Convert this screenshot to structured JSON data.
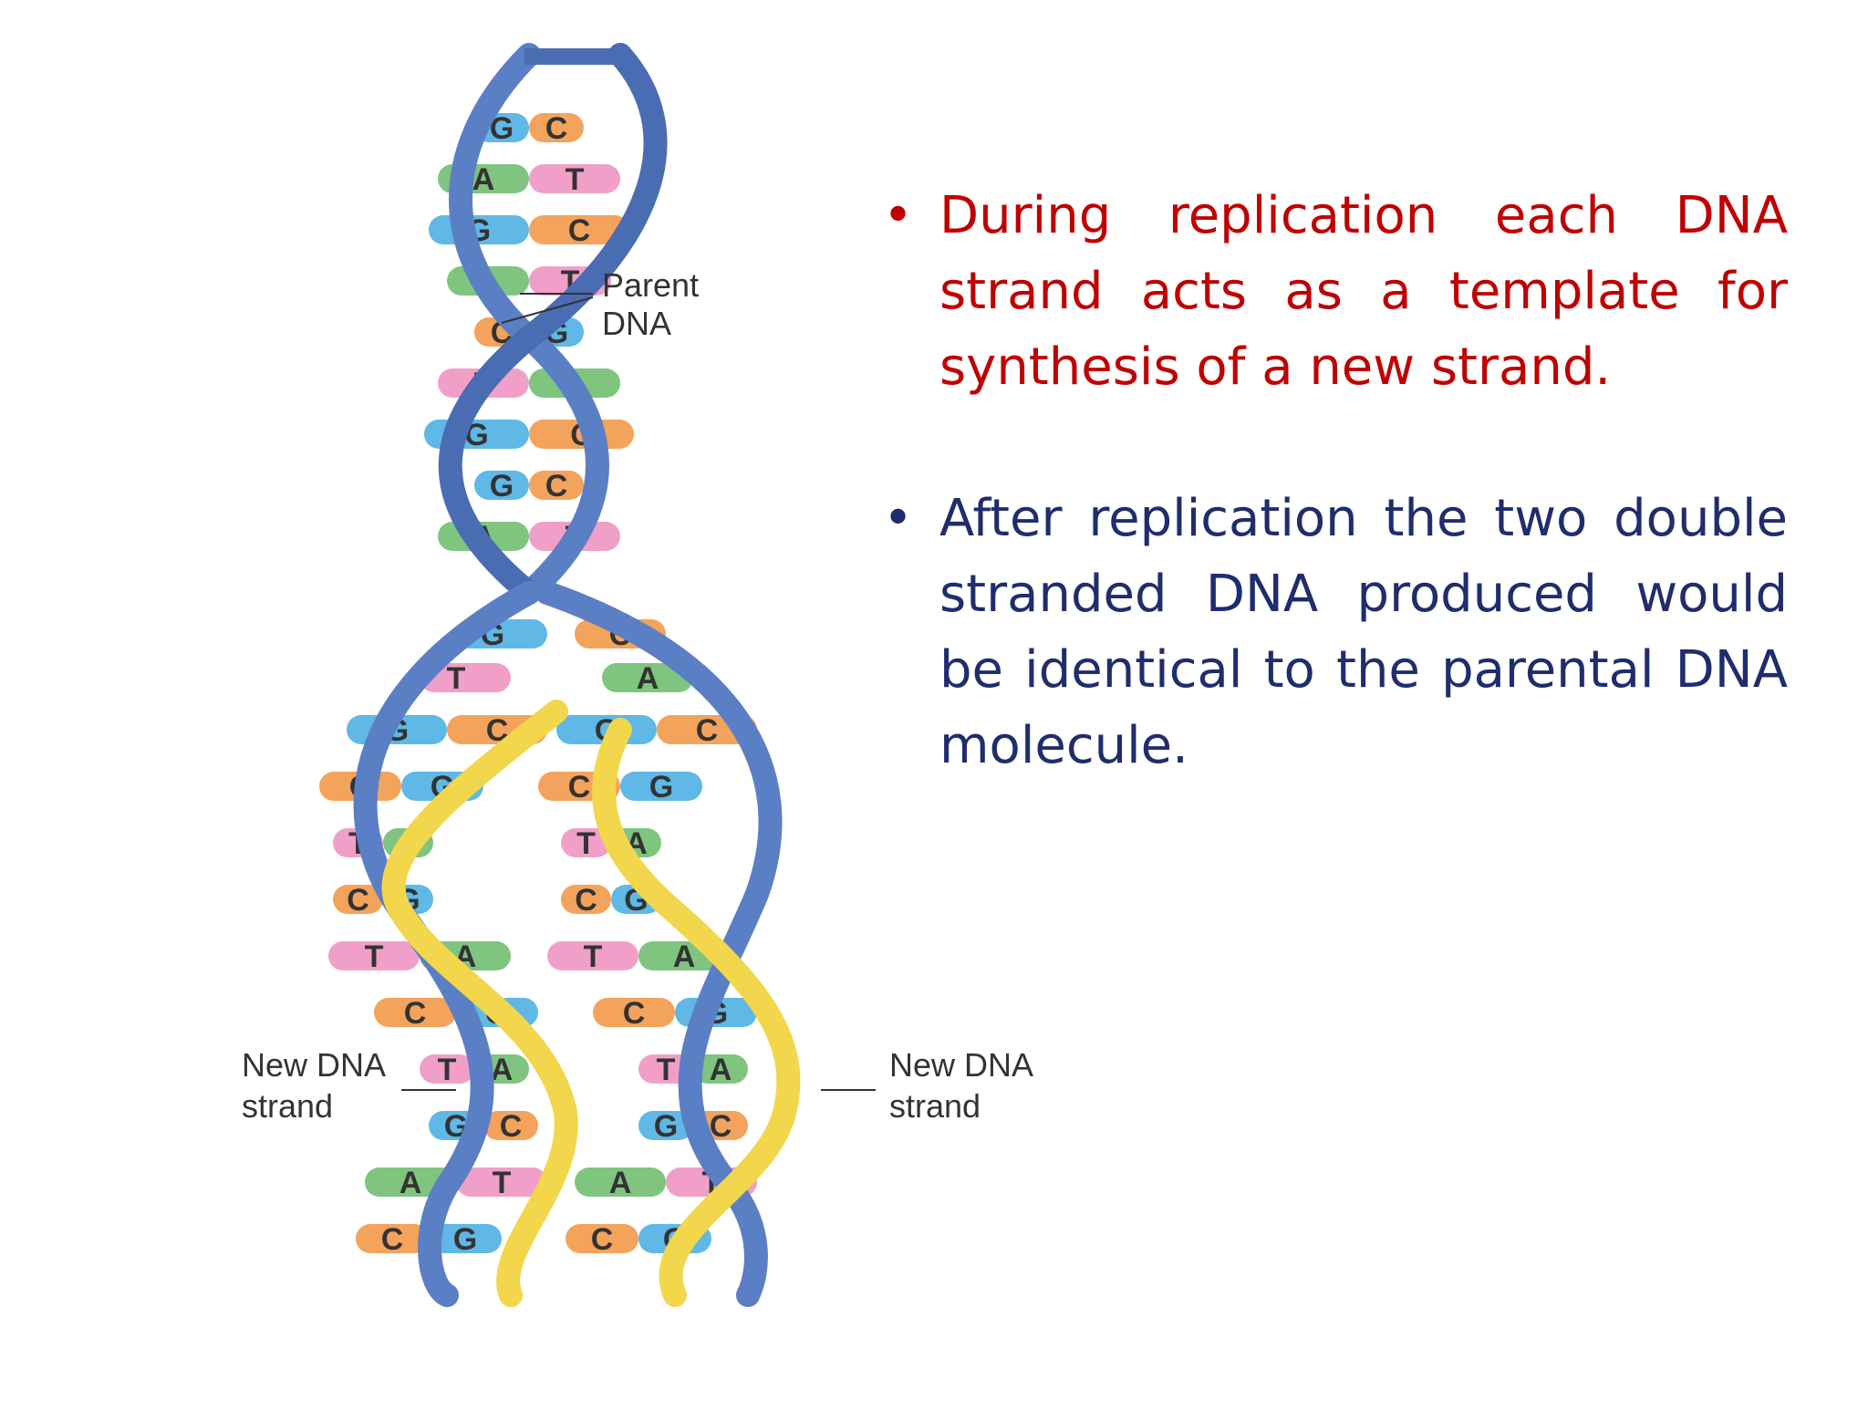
{
  "bullets": [
    {
      "text": "During replication each DNA strand acts as a template for synthesis of a new strand.",
      "color": "#c00000"
    },
    {
      "text": "After replication  the two double stranded DNA  produced would be identical to the parental DNA molecule.",
      "color": "#1f2d6e"
    }
  ],
  "diagram": {
    "labels": {
      "parent": [
        "Parent",
        "DNA"
      ],
      "new_left": [
        "New DNA",
        "strand"
      ],
      "new_right": [
        "New DNA",
        "strand"
      ]
    },
    "colors": {
      "parent_strand": "#5b7fc4",
      "new_strand": "#f2d64b",
      "A": "#7fc47f",
      "T": "#f0a0c8",
      "G": "#5fb8e6",
      "C": "#f4a35c"
    },
    "top_pairs": [
      {
        "left": "G",
        "right": "C"
      },
      {
        "left": "A",
        "right": "T"
      },
      {
        "left": "G",
        "right": "C"
      },
      {
        "left": "A",
        "right": "T"
      },
      {
        "left": "C",
        "right": "G"
      },
      {
        "left": "T",
        "right": "A"
      },
      {
        "left": "G",
        "right": "C"
      },
      {
        "left": "G",
        "right": "C"
      },
      {
        "left": "A",
        "right": "T"
      }
    ],
    "fork_left": [
      "G",
      "T"
    ],
    "fork_right": [
      "C",
      "A"
    ],
    "left_pairs": [
      {
        "left": "G",
        "right": "C"
      },
      {
        "left": "C",
        "right": "G"
      },
      {
        "left": "T",
        "right": "A"
      },
      {
        "left": "C",
        "right": "G"
      },
      {
        "left": "T",
        "right": "A"
      },
      {
        "left": "C",
        "right": "G"
      },
      {
        "left": "T",
        "right": "A"
      },
      {
        "left": "G",
        "right": "C"
      },
      {
        "left": "A",
        "right": "T"
      },
      {
        "left": "C",
        "right": "G"
      }
    ],
    "right_pairs": [
      {
        "left": "G",
        "right": "C"
      },
      {
        "left": "C",
        "right": "G"
      },
      {
        "left": "T",
        "right": "A"
      },
      {
        "left": "C",
        "right": "G"
      },
      {
        "left": "T",
        "right": "A"
      },
      {
        "left": "C",
        "right": "G"
      },
      {
        "left": "T",
        "right": "A"
      },
      {
        "left": "G",
        "right": "C"
      },
      {
        "left": "A",
        "right": "T"
      },
      {
        "left": "C",
        "right": "G"
      }
    ]
  }
}
